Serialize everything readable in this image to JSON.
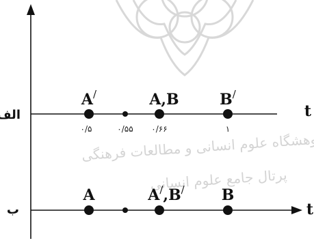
{
  "watermark": {
    "line1": "پژوهشگاه علوم انسانی و مطالعات فرهنگی",
    "line2": "پرتال جامع علوم انسانی"
  },
  "rows": [
    {
      "id": "alef",
      "row_label": "الف",
      "axis_label": "t",
      "arrow": false,
      "points": [
        {
          "label": "A",
          "prime": true,
          "tick": "۰/۵"
        },
        {
          "label": "",
          "prime": false,
          "tick": "۰/۵۵"
        },
        {
          "label": "A,B",
          "prime": false,
          "tick": "۰/۶۶"
        },
        {
          "label": "B",
          "prime": true,
          "tick": "۱"
        }
      ]
    },
    {
      "id": "be",
      "row_label": "ب",
      "axis_label": "t",
      "arrow": true,
      "points": [
        {
          "label": "A",
          "prime": false,
          "tick": ""
        },
        {
          "label": "",
          "prime": false,
          "tick": ""
        },
        {
          "label": "A",
          "prime": true,
          "label2": "B",
          "prime2": true,
          "tick": ""
        },
        {
          "label": "B",
          "prime": false,
          "tick": ""
        }
      ]
    }
  ]
}
